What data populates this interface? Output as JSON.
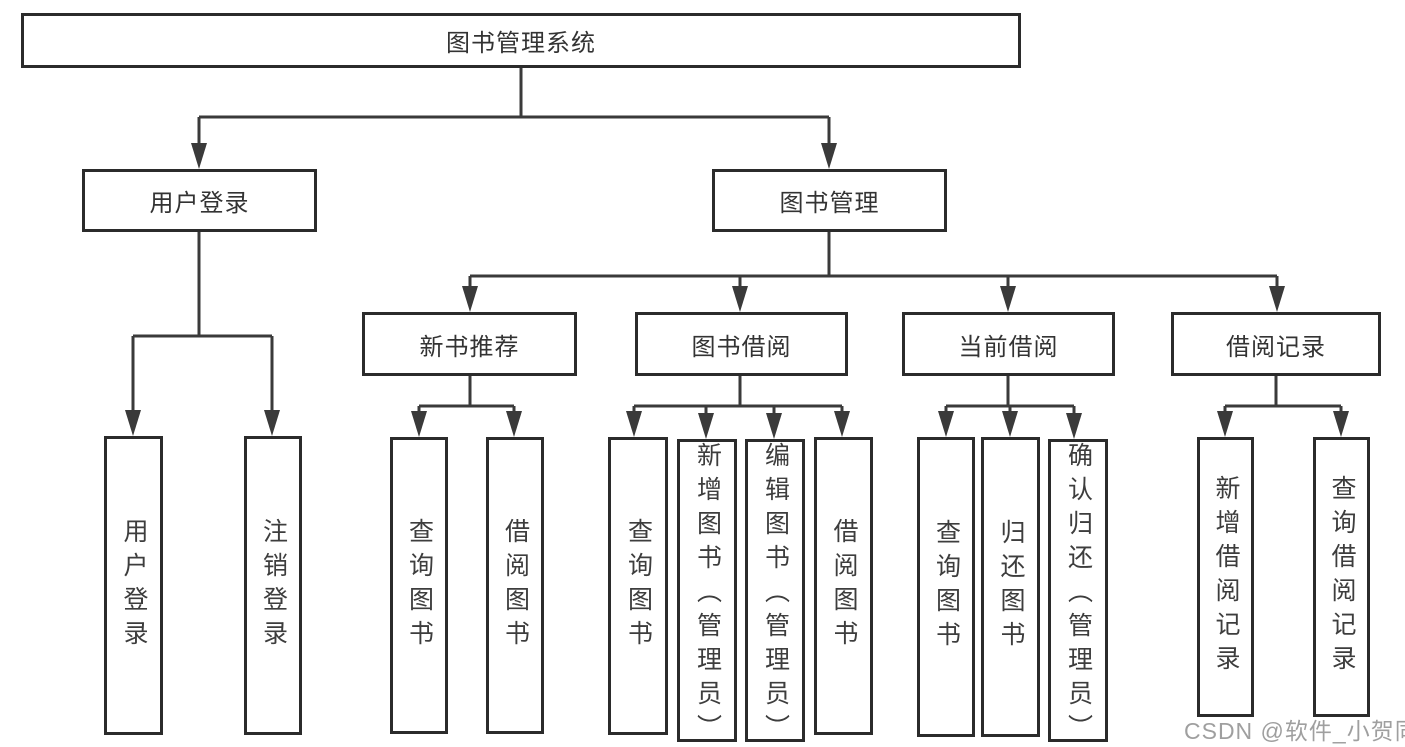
{
  "nodes": {
    "root": "图书管理系统",
    "user_login": "用户登录",
    "book_mgmt": "图书管理",
    "new_books": "新书推荐",
    "book_borrow": "图书借阅",
    "current_borrow": "当前借阅",
    "borrow_records": "借阅记录"
  },
  "leaves": {
    "login": [
      "用户登录",
      "注销登录"
    ],
    "new_books": [
      "查询图书",
      "借阅图书"
    ],
    "borrow": [
      "查询图书",
      "新增图书（管理员）",
      "编辑图书（管理员）",
      "借阅图书"
    ],
    "current": [
      "查询图书",
      "归还图书",
      "确认归还（管理员）"
    ],
    "records": [
      "新增借阅记录",
      "查询借阅记录"
    ]
  },
  "watermark": {
    "text": "CSDN @软件_小贺同学"
  },
  "colors": {
    "line": "#3a3a3a",
    "box_border": "#2b2b2b",
    "text": "#333333",
    "watermark": "#979797",
    "background": "#ffffff"
  }
}
